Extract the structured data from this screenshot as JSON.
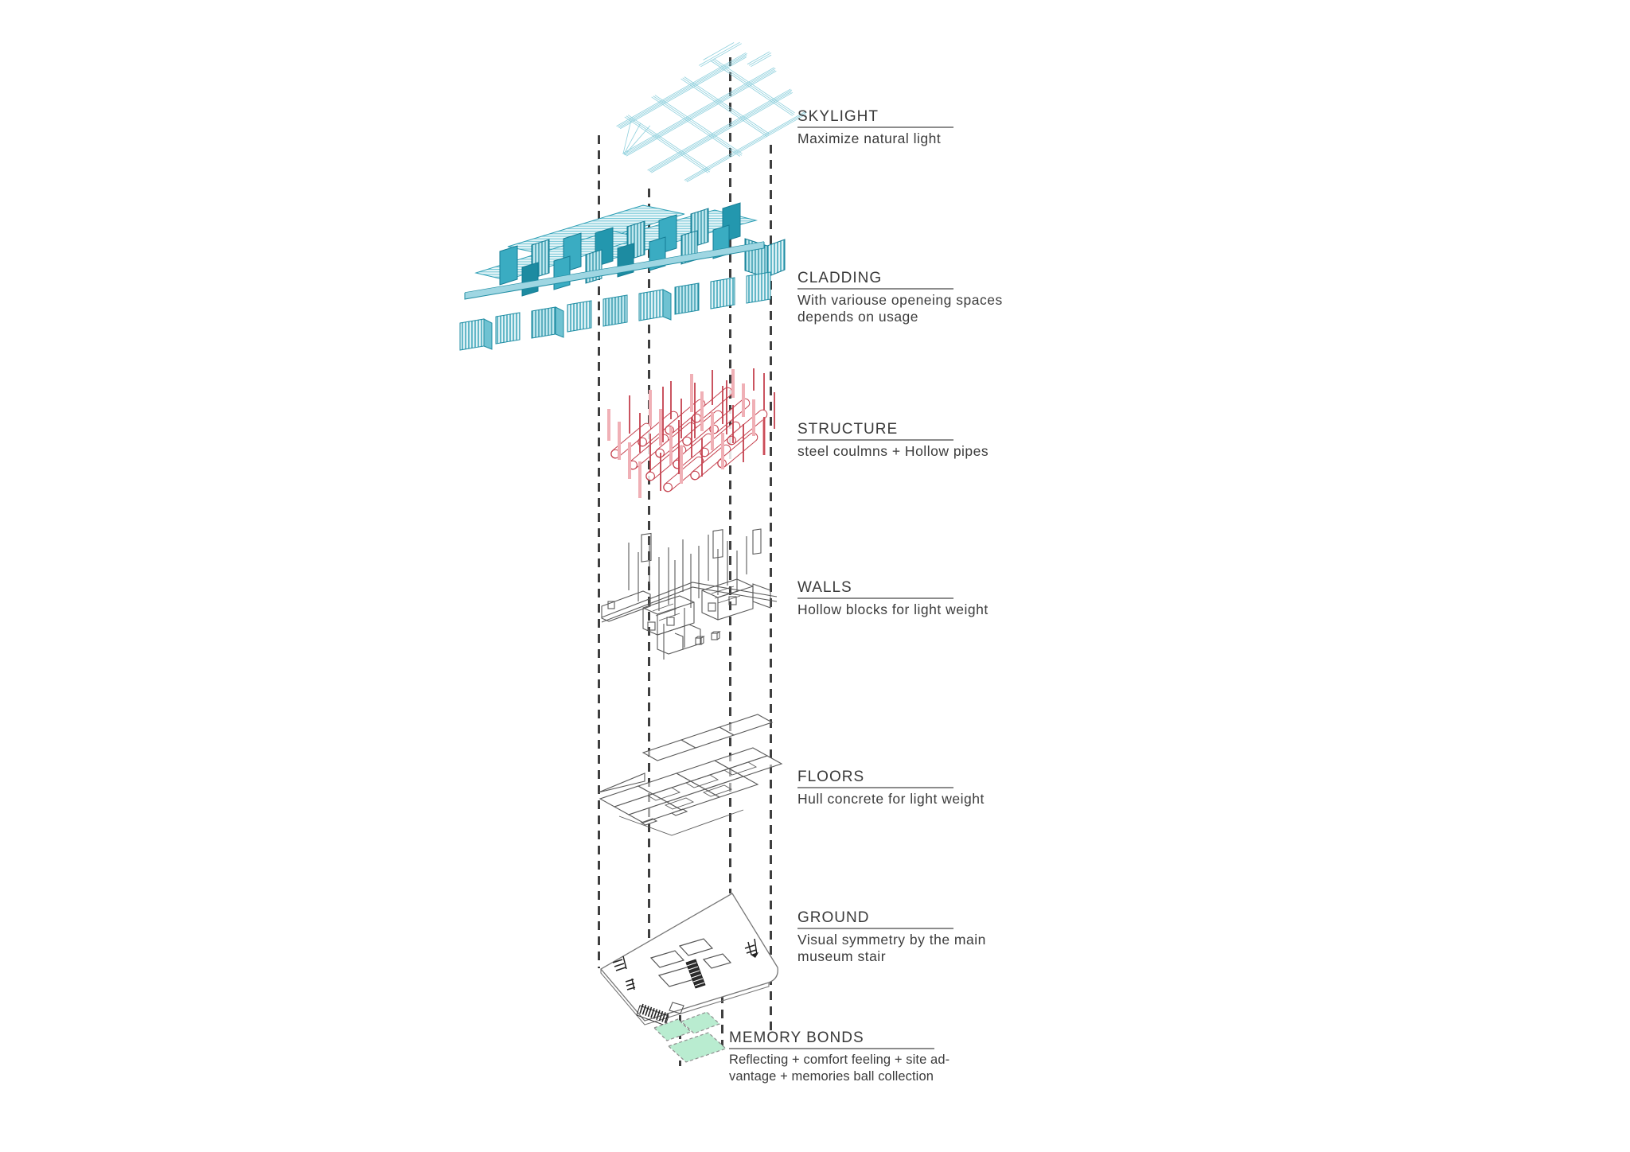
{
  "diagram": {
    "type": "architectural exploded axonometric",
    "background_color": "#ffffff",
    "text_color": "#3c3c3c",
    "guide_line_color": "#3f3f3f",
    "layers": [
      {
        "id": "skylight",
        "title": "SKYLIGHT",
        "desc": [
          "Maximize natural light"
        ],
        "accent_color": "#8fd0dd"
      },
      {
        "id": "cladding",
        "title": "CLADDING",
        "desc": [
          "With variouse openeing spaces",
          "depends on usage"
        ],
        "accent_color": "#2f9fb5"
      },
      {
        "id": "structure",
        "title": "STRUCTURE",
        "desc": [
          "steel coulmns + Hollow pipes"
        ],
        "accent_color": "#c5414e"
      },
      {
        "id": "walls",
        "title": "WALLS",
        "desc": [
          "Hollow blocks for light weight"
        ],
        "accent_color": "#5a5a5a"
      },
      {
        "id": "floors",
        "title": "FLOORS",
        "desc": [
          "Hull concrete for light weight"
        ],
        "accent_color": "#5a5a5a"
      },
      {
        "id": "ground",
        "title": "GROUND",
        "desc": [
          "Visual symmetry by the main",
          "museum stair"
        ],
        "accent_color": "#5a5a5a"
      },
      {
        "id": "memory_bonds",
        "title": "MEMORY BONDS",
        "desc": [
          "Reflecting + comfort feeling + site ad-",
          "vantage + memories ball collection"
        ],
        "accent_color": "#b9ecd0"
      }
    ]
  }
}
